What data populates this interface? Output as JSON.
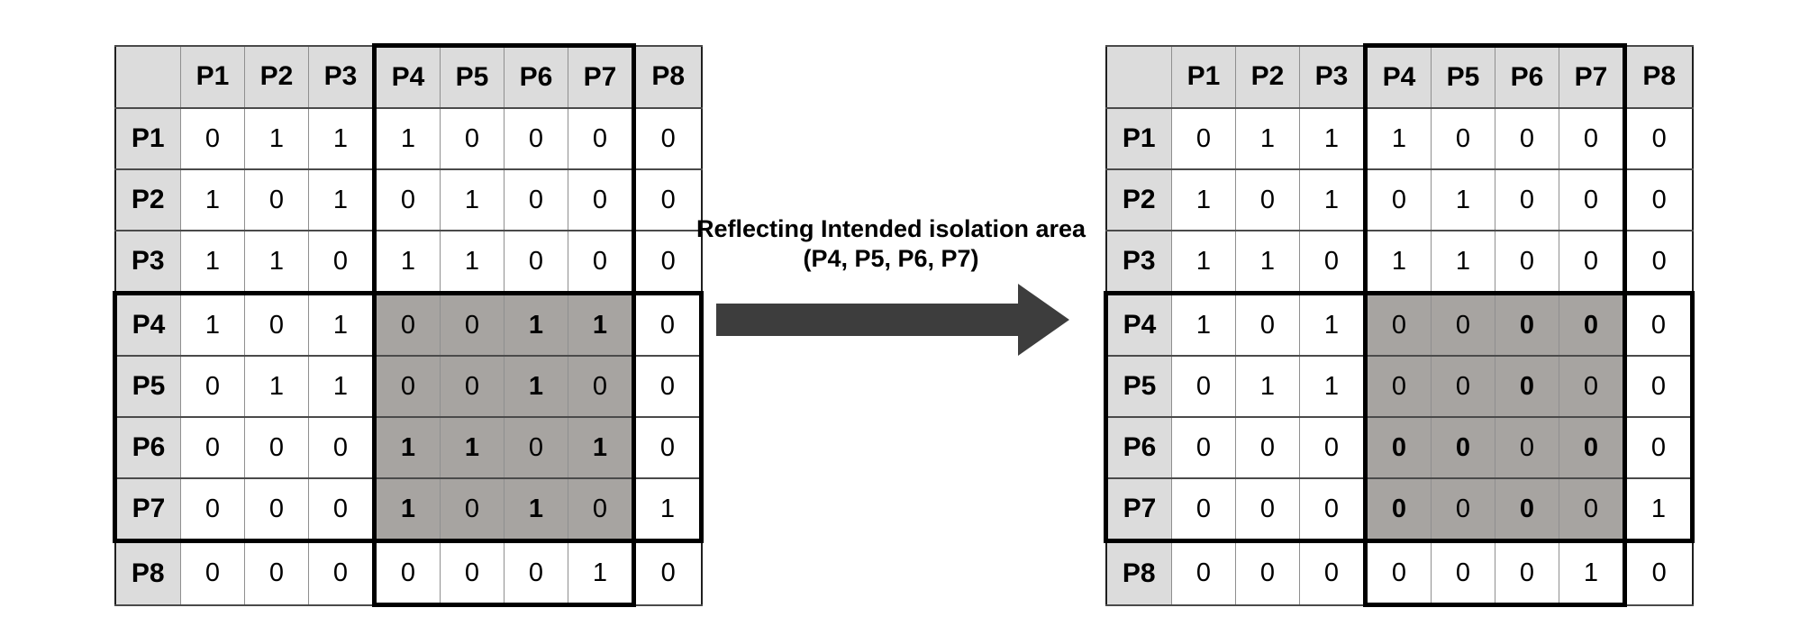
{
  "figure": {
    "annotation": {
      "line1": "Reflecting Intended isolation area",
      "line2": "(P4, P5, P6, P7)"
    },
    "arrow_icon": "right-arrow"
  },
  "colors": {
    "header_bg": "#dcdcdc",
    "isolation_bg": "#a7a4a1",
    "arrow_fill": "#3d3d3d"
  },
  "isolation_area": {
    "labels": [
      "P4",
      "P5",
      "P6",
      "P7"
    ],
    "start_index": 3,
    "end_index": 6
  },
  "left_matrix": {
    "corner_label": "",
    "col_headers": [
      "P1",
      "P2",
      "P3",
      "P4",
      "P5",
      "P6",
      "P7",
      "P8"
    ],
    "rows": [
      {
        "header": "P1",
        "values": [
          "0",
          "1",
          "1",
          "1",
          "0",
          "0",
          "0",
          "0"
        ]
      },
      {
        "header": "P2",
        "values": [
          "1",
          "0",
          "1",
          "0",
          "1",
          "0",
          "0",
          "0"
        ]
      },
      {
        "header": "P3",
        "values": [
          "1",
          "1",
          "0",
          "1",
          "1",
          "0",
          "0",
          "0"
        ]
      },
      {
        "header": "P4",
        "values": [
          "1",
          "0",
          "1",
          "0",
          "0",
          "1",
          "1",
          "0"
        ]
      },
      {
        "header": "P5",
        "values": [
          "0",
          "1",
          "1",
          "0",
          "0",
          "1",
          "0",
          "0"
        ]
      },
      {
        "header": "P6",
        "values": [
          "0",
          "0",
          "0",
          "1",
          "1",
          "0",
          "1",
          "0"
        ]
      },
      {
        "header": "P7",
        "values": [
          "0",
          "0",
          "0",
          "1",
          "0",
          "1",
          "0",
          "1"
        ]
      },
      {
        "header": "P8",
        "values": [
          "0",
          "0",
          "0",
          "0",
          "0",
          "0",
          "1",
          "0"
        ]
      }
    ],
    "bold_cells": [
      [
        3,
        5
      ],
      [
        3,
        6
      ],
      [
        4,
        5
      ],
      [
        5,
        3
      ],
      [
        5,
        4
      ],
      [
        5,
        6
      ],
      [
        6,
        3
      ],
      [
        6,
        5
      ]
    ]
  },
  "right_matrix": {
    "corner_label": "",
    "col_headers": [
      "P1",
      "P2",
      "P3",
      "P4",
      "P5",
      "P6",
      "P7",
      "P8"
    ],
    "rows": [
      {
        "header": "P1",
        "values": [
          "0",
          "1",
          "1",
          "1",
          "0",
          "0",
          "0",
          "0"
        ]
      },
      {
        "header": "P2",
        "values": [
          "1",
          "0",
          "1",
          "0",
          "1",
          "0",
          "0",
          "0"
        ]
      },
      {
        "header": "P3",
        "values": [
          "1",
          "1",
          "0",
          "1",
          "1",
          "0",
          "0",
          "0"
        ]
      },
      {
        "header": "P4",
        "values": [
          "1",
          "0",
          "1",
          "0",
          "0",
          "0",
          "0",
          "0"
        ]
      },
      {
        "header": "P5",
        "values": [
          "0",
          "1",
          "1",
          "0",
          "0",
          "0",
          "0",
          "0"
        ]
      },
      {
        "header": "P6",
        "values": [
          "0",
          "0",
          "0",
          "0",
          "0",
          "0",
          "0",
          "0"
        ]
      },
      {
        "header": "P7",
        "values": [
          "0",
          "0",
          "0",
          "0",
          "0",
          "0",
          "0",
          "1"
        ]
      },
      {
        "header": "P8",
        "values": [
          "0",
          "0",
          "0",
          "0",
          "0",
          "0",
          "1",
          "0"
        ]
      }
    ],
    "bold_cells": [
      [
        3,
        5
      ],
      [
        3,
        6
      ],
      [
        4,
        5
      ],
      [
        5,
        3
      ],
      [
        5,
        4
      ],
      [
        5,
        6
      ],
      [
        6,
        3
      ],
      [
        6,
        5
      ]
    ]
  }
}
